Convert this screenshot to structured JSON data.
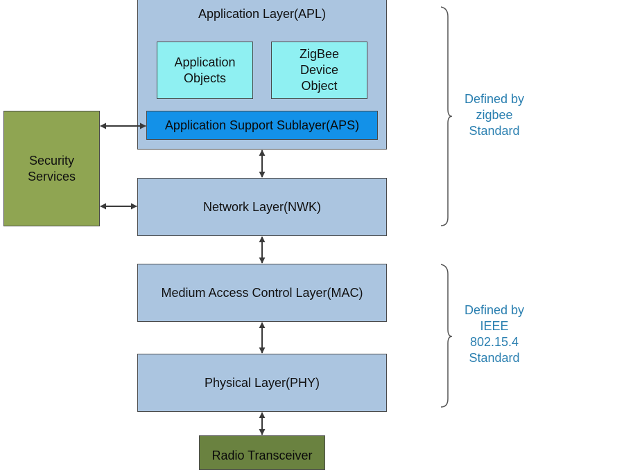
{
  "layers": {
    "application": {
      "label": "Application Layer(APL)",
      "app_objects": "Application\nObjects",
      "zdo": "ZigBee\nDevice\nObject",
      "aps": "Application Support Sublayer(APS)"
    },
    "network": "Network Layer(NWK)",
    "mac": "Medium Access Control Layer(MAC)",
    "phy": "Physical Layer(PHY)"
  },
  "security": "Security\nServices",
  "radio": "Radio Transceiver",
  "notes": {
    "zigbee": "Defined by\nzigbee\nStandard",
    "ieee": "Defined by\nIEEE\n802.15.4\nStandard"
  }
}
